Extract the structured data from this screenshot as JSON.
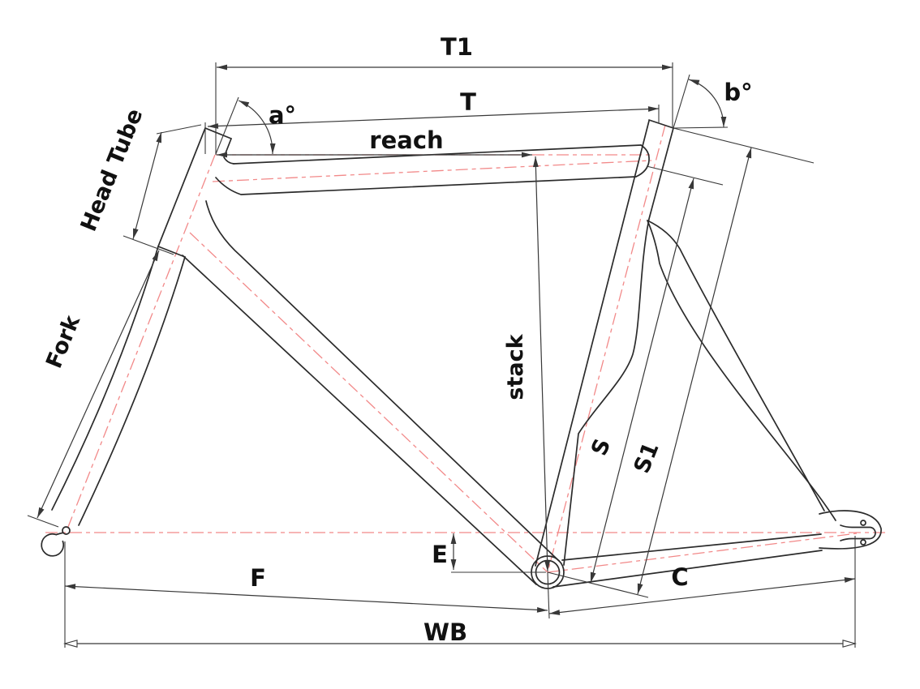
{
  "diagram": {
    "kind": "bicycle-frame-geometry",
    "labels": {
      "top_tube_horizontal": "T1",
      "top_tube": "T",
      "reach": "reach",
      "head_angle": "a°",
      "seat_angle": "b°",
      "head_tube": "Head Tube",
      "fork": "Fork",
      "stack": "stack",
      "seat_tube_s": "S",
      "seat_tube_s1": "S1",
      "bb_drop": "E",
      "front_center": "F",
      "chainstay": "C",
      "wheelbase": "WB"
    },
    "colors": {
      "line": "#2b2b2b",
      "dimension": "#383838",
      "centerline": "#f28989",
      "background": "#ffffff",
      "text": "#111111"
    }
  }
}
